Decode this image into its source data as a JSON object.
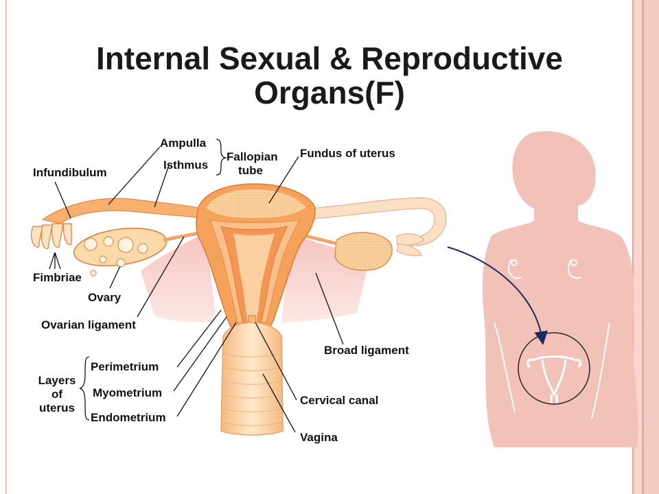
{
  "title": {
    "line1": "Internal Sexual & Reproductive",
    "line2": "Organs(F)"
  },
  "labels": {
    "ampulla": "Ampulla",
    "isthmus": "Isthmus",
    "fallopian_tube": "Fallopian",
    "fallopian_tube_2": "tube",
    "fundus": "Fundus of uterus",
    "infundibulum": "Infundibulum",
    "fimbriae": "Fimbriae",
    "ovary": "Ovary",
    "ovarian_ligament": "Ovarian ligament",
    "broad_ligament": "Broad ligament",
    "layers_1": "Layers",
    "layers_2": "of",
    "layers_3": "uterus",
    "perimetrium": "Perimetrium",
    "myometrium": "Myometrium",
    "endometrium": "Endometrium",
    "cervical_canal": "Cervical canal",
    "vagina": "Vagina"
  },
  "colors": {
    "tissue_orange": "#f5a25a",
    "tissue_light": "#fbd9a8",
    "tissue_pale": "#fdeccd",
    "ligament_pink": "#f6c6bf",
    "body_silhouette": "#f2c2b8",
    "leader_line": "#111111",
    "arrow": "#1c2a5c",
    "border": "#e8a597"
  }
}
